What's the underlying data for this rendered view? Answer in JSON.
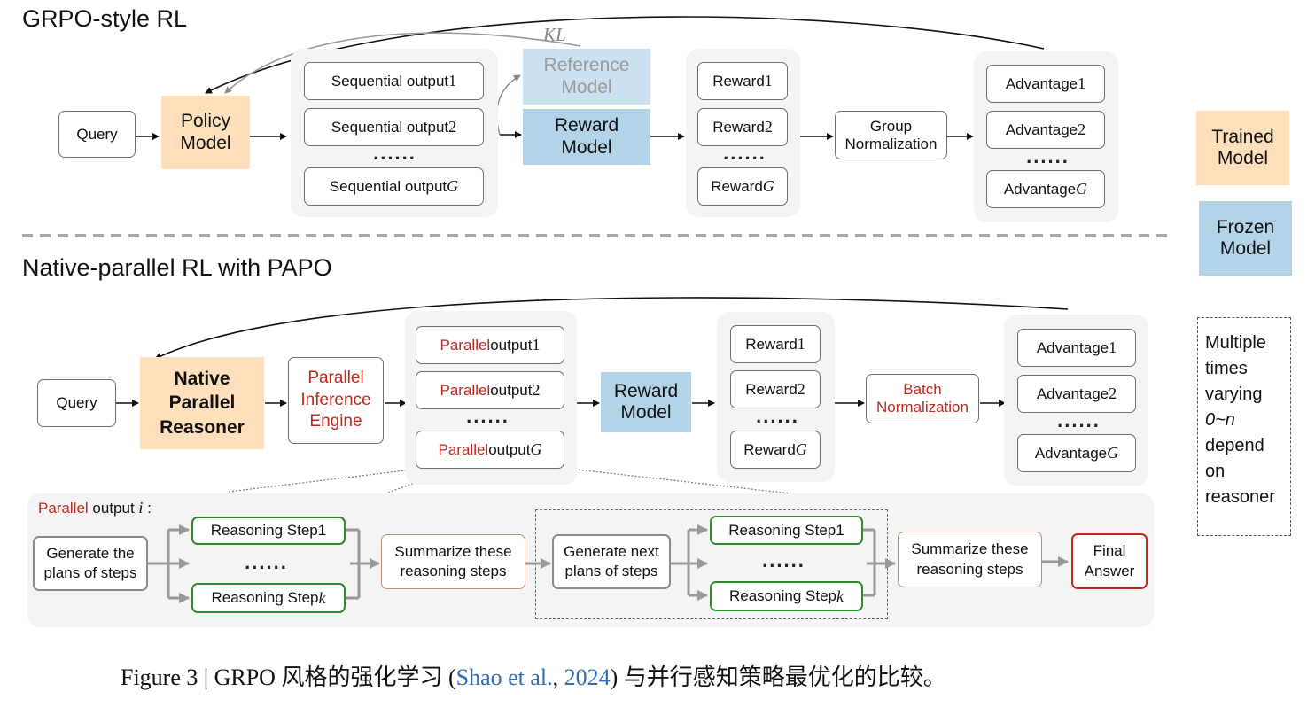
{
  "top_section": {
    "title": "GRPO-style RL",
    "query": "Query",
    "policy_model": [
      "Policy",
      "Model"
    ],
    "outputs": [
      {
        "label": "Sequential output ",
        "index": "1"
      },
      {
        "label": "Sequential output ",
        "index": "2"
      },
      {
        "label": "Sequential output ",
        "index": "G"
      }
    ],
    "ellipsis": "......",
    "kl_label": "KL",
    "reference_model": [
      "Reference",
      "Model"
    ],
    "reward_model": [
      "Reward",
      "Model"
    ],
    "rewards": [
      {
        "label": "Reward ",
        "index": "1"
      },
      {
        "label": "Reward ",
        "index": "2"
      },
      {
        "label": "Reward ",
        "index": "G"
      }
    ],
    "normalization": [
      "Group",
      "Normalization"
    ],
    "advantages": [
      {
        "label": "Advantage ",
        "index": "1"
      },
      {
        "label": "Advantage ",
        "index": "2"
      },
      {
        "label": "Advantage ",
        "index": "G"
      }
    ]
  },
  "legend": {
    "trained": [
      "Trained",
      "Model"
    ],
    "frozen": [
      "Frozen",
      "Model"
    ],
    "note": [
      "Multiple",
      "times",
      "varying",
      "0~n",
      "depend",
      "on",
      "reasoner"
    ]
  },
  "bottom_section": {
    "title": "Native-parallel RL with PAPO",
    "query": "Query",
    "reasoner": [
      "Native",
      "Parallel",
      "Reasoner"
    ],
    "engine": [
      "Parallel",
      "Inference",
      "Engine"
    ],
    "outputs": [
      {
        "prefix": "Parallel",
        "label": " output ",
        "index": "1"
      },
      {
        "prefix": "Parallel",
        "label": " output ",
        "index": "2"
      },
      {
        "prefix": "Parallel",
        "label": " output ",
        "index": "G"
      }
    ],
    "ellipsis": "......",
    "reward_model": [
      "Reward",
      "Model"
    ],
    "rewards": [
      {
        "label": "Reward ",
        "index": "1"
      },
      {
        "label": "Reward ",
        "index": "2"
      },
      {
        "label": "Reward ",
        "index": "G"
      }
    ],
    "normalization": [
      "Batch",
      "Normalization"
    ],
    "advantages": [
      {
        "label": "Advantage ",
        "index": "1"
      },
      {
        "label": "Advantage ",
        "index": "2"
      },
      {
        "label": "Advantage ",
        "index": "G"
      }
    ]
  },
  "detail": {
    "header_prefix": "Parallel",
    "header_label": " output ",
    "header_index": "i",
    "header_suffix": " :",
    "generate_plans": [
      "Generate the",
      "plans of steps"
    ],
    "step_first": {
      "label": "Reasoning Step ",
      "index": "1"
    },
    "step_last": {
      "label": "Reasoning Step ",
      "index": "k"
    },
    "ellipsis": "......",
    "summarize": [
      "Summarize these",
      "reasoning steps"
    ],
    "generate_next": [
      "Generate next",
      "plans of steps"
    ],
    "final_answer": [
      "Final",
      "Answer"
    ]
  },
  "caption": {
    "prefix": "Figure 3 | GRPO 风格的强化学习 (",
    "cite_author": "Shao et al.",
    "cite_sep": ", ",
    "cite_year": "2024",
    "suffix": ") 与并行感知策略最优化的比较。"
  },
  "colors": {
    "trained": "#fde0bb",
    "frozen": "#b3d4e8",
    "reference": "#cde2f0",
    "highlight_red": "#c0281e",
    "step_green": "#2d8a2d",
    "summary_brown": "#b98f7f",
    "citation_blue": "#2f6db5"
  }
}
